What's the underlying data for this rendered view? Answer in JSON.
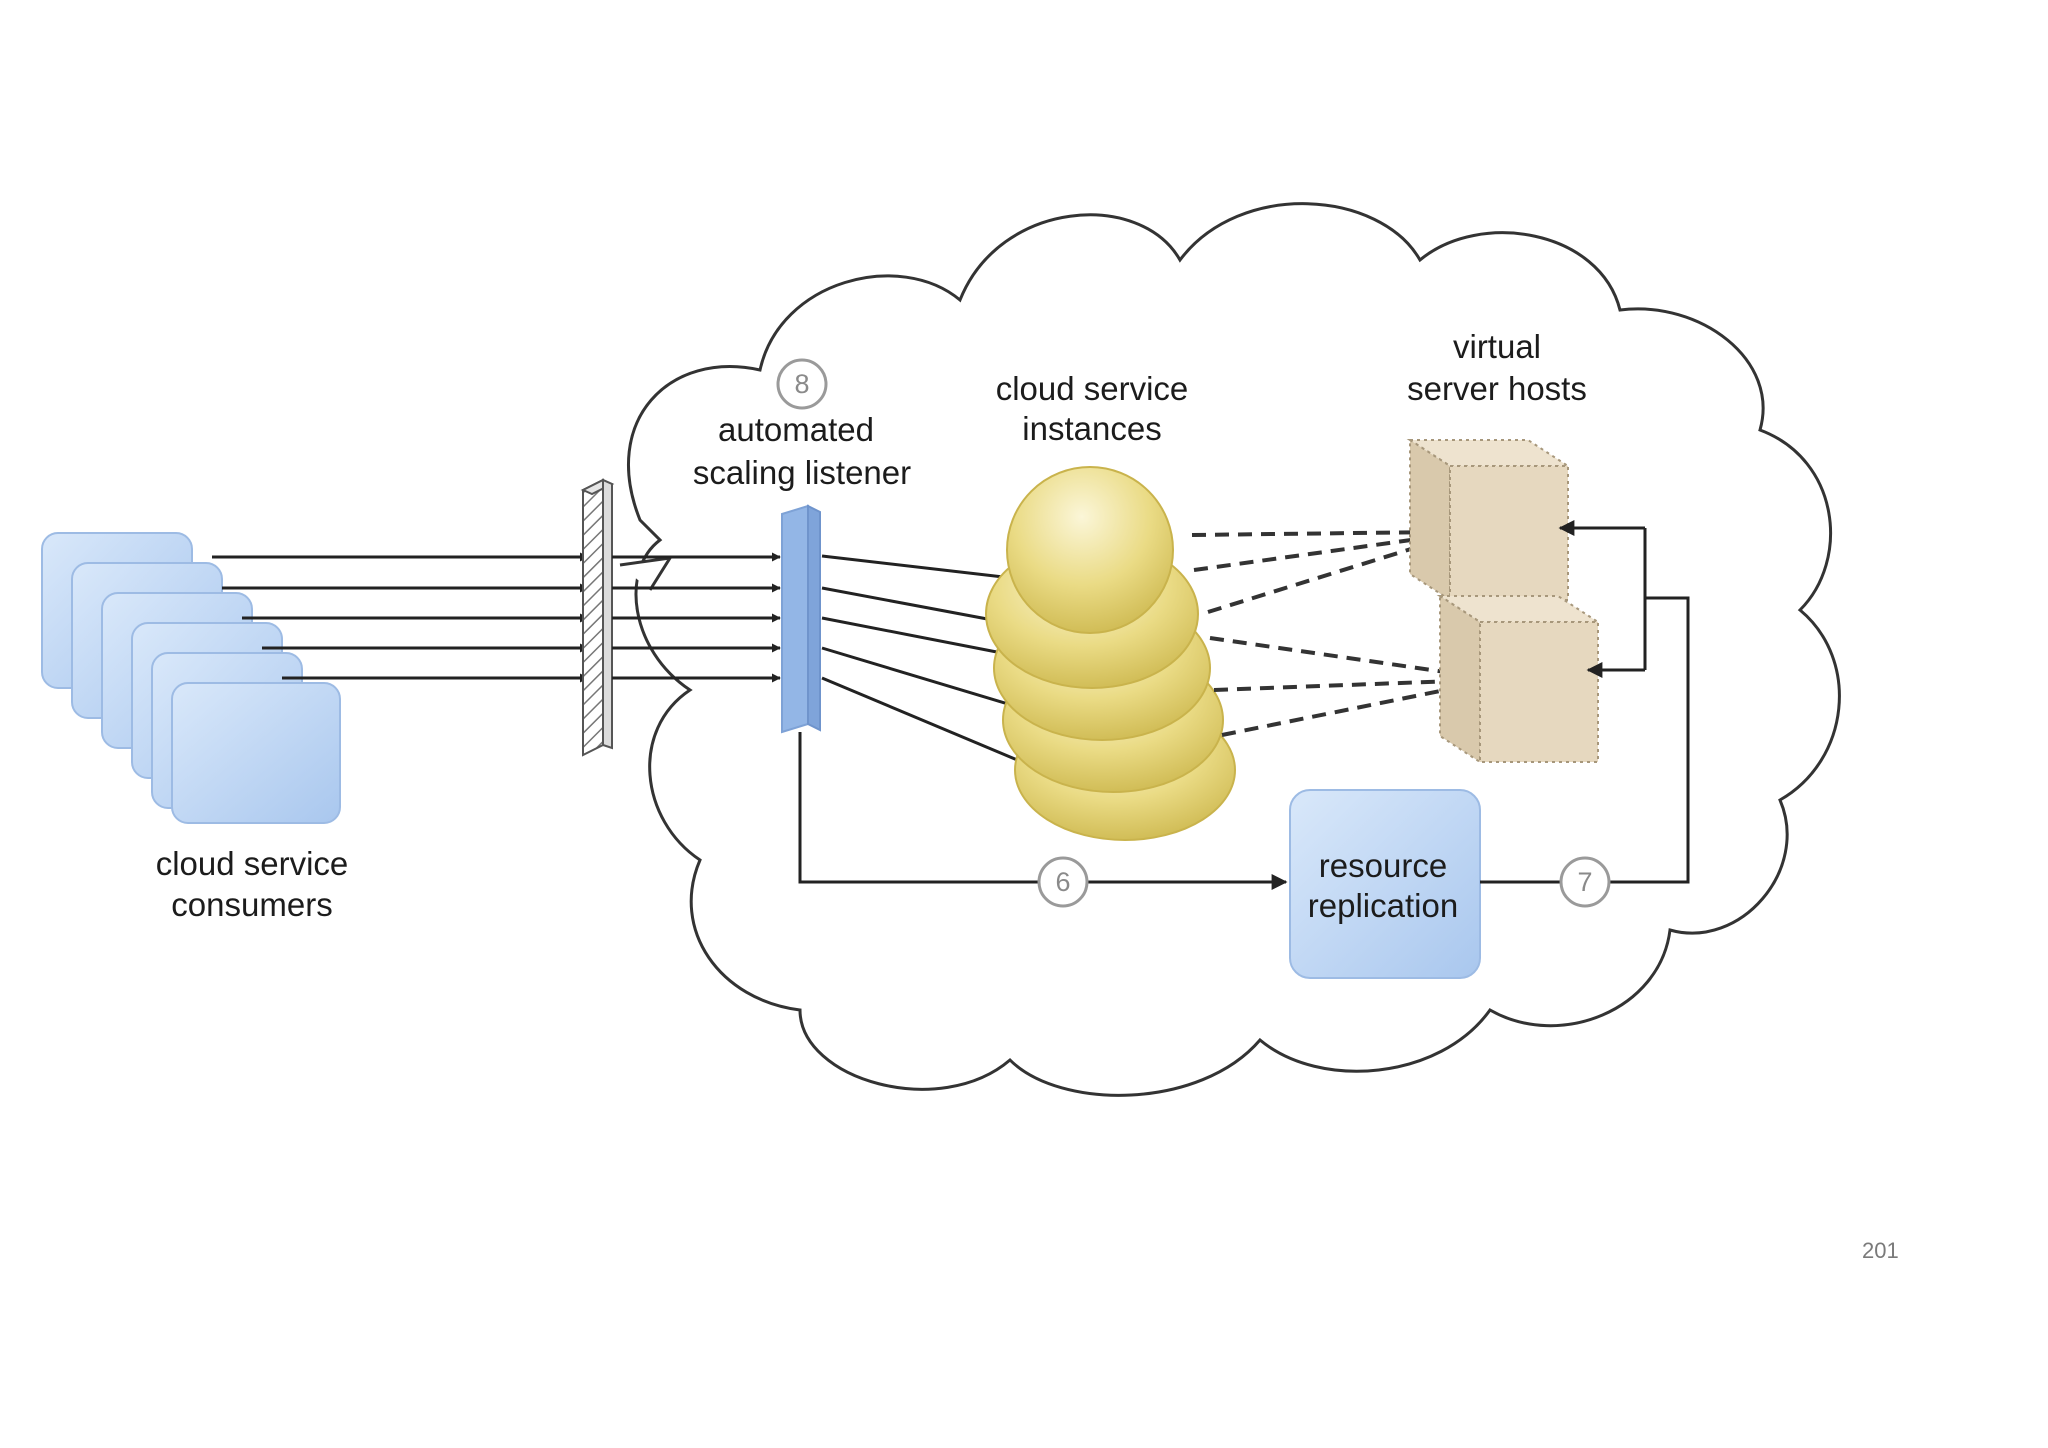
{
  "diagram": {
    "labels": {
      "consumers": [
        "cloud service",
        "consumers"
      ],
      "listener": [
        "automated",
        "scaling listener"
      ],
      "instances": [
        "cloud service",
        "instances"
      ],
      "hosts": [
        "virtual",
        "server hosts"
      ],
      "replication": [
        "resource",
        "replication"
      ]
    },
    "step_numbers": {
      "listener": "8",
      "to_replication": "6",
      "to_hosts": "7"
    }
  },
  "page_number": "201",
  "colors": {
    "consumer_fill": "#c4dbf6",
    "listener_fill": "#93b6e6",
    "instance_fill": "#ecdc86",
    "host_fill": "#e6d8bf",
    "replication_fill": "#c7ddf6",
    "line": "#222222"
  }
}
